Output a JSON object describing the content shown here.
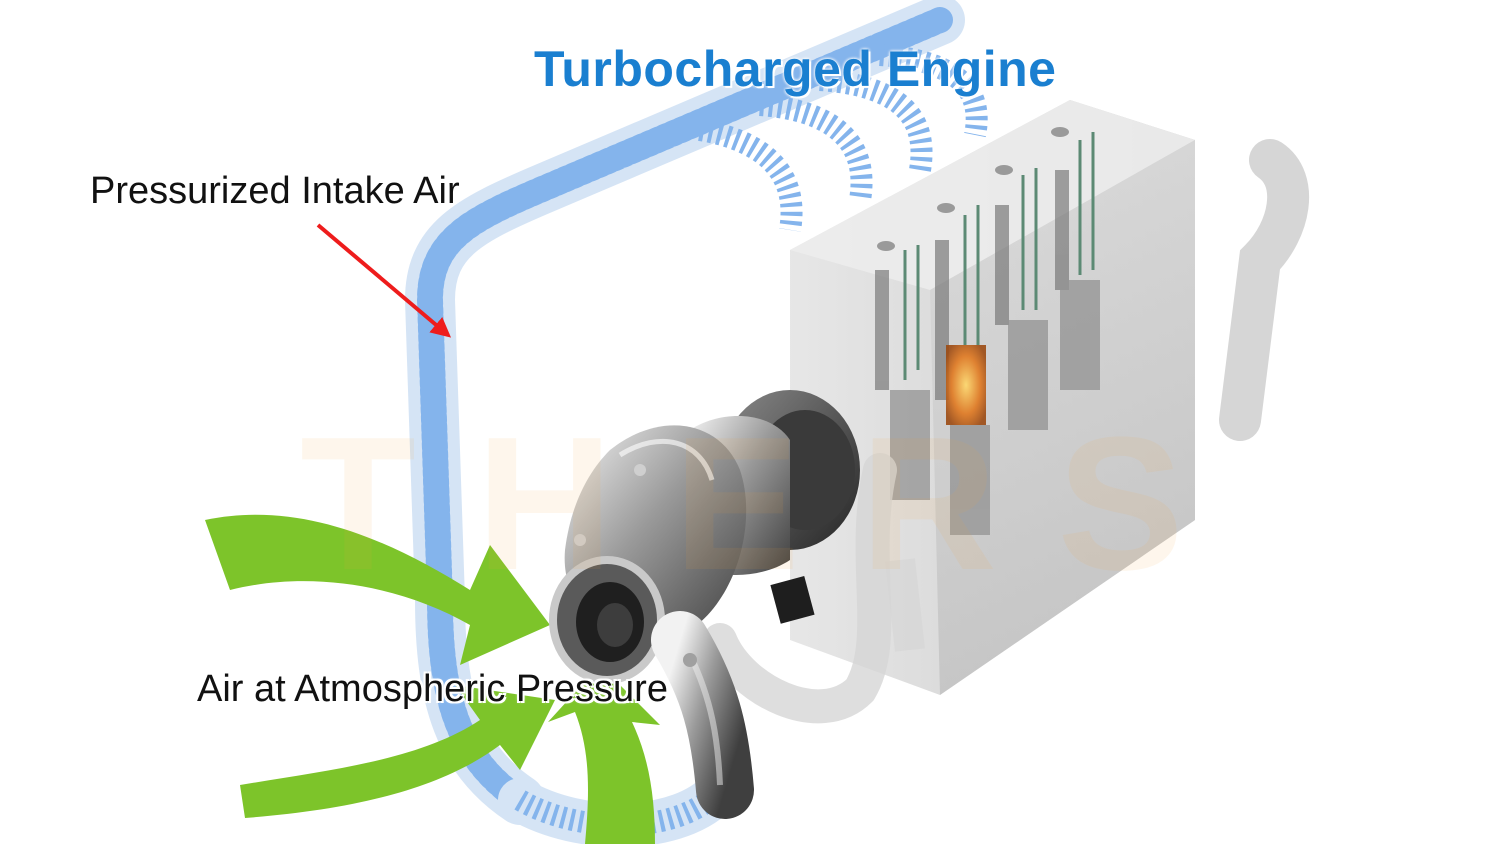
{
  "title": "Turbocharged Engine",
  "labels": {
    "intake": "Pressurized Intake Air",
    "atmospheric": "Air at Atmospheric Pressure"
  },
  "watermark": "THERS",
  "colors": {
    "title": "#1a7fd0",
    "pointer_arrow": "#ee1c1c",
    "airflow_arrows": "#7dc42a",
    "pressurized_air": "#5b9be6",
    "engine_block": "#d2d2d2",
    "combustion": "#e0781f"
  }
}
